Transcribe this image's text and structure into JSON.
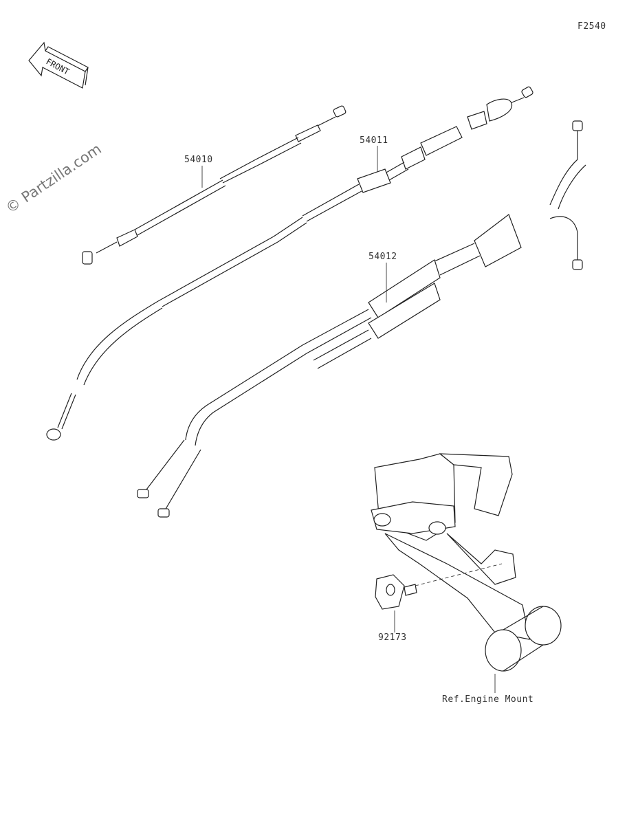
{
  "diagram_code": "F2540",
  "front_label": "FRONT",
  "watermark": "© Partzilla.com",
  "parts": [
    {
      "number": "54010"
    },
    {
      "number": "54011"
    },
    {
      "number": "54012"
    },
    {
      "number": "92173"
    }
  ],
  "reference": "Ref.Engine Mount",
  "icons": [
    "front-arrow-icon"
  ]
}
